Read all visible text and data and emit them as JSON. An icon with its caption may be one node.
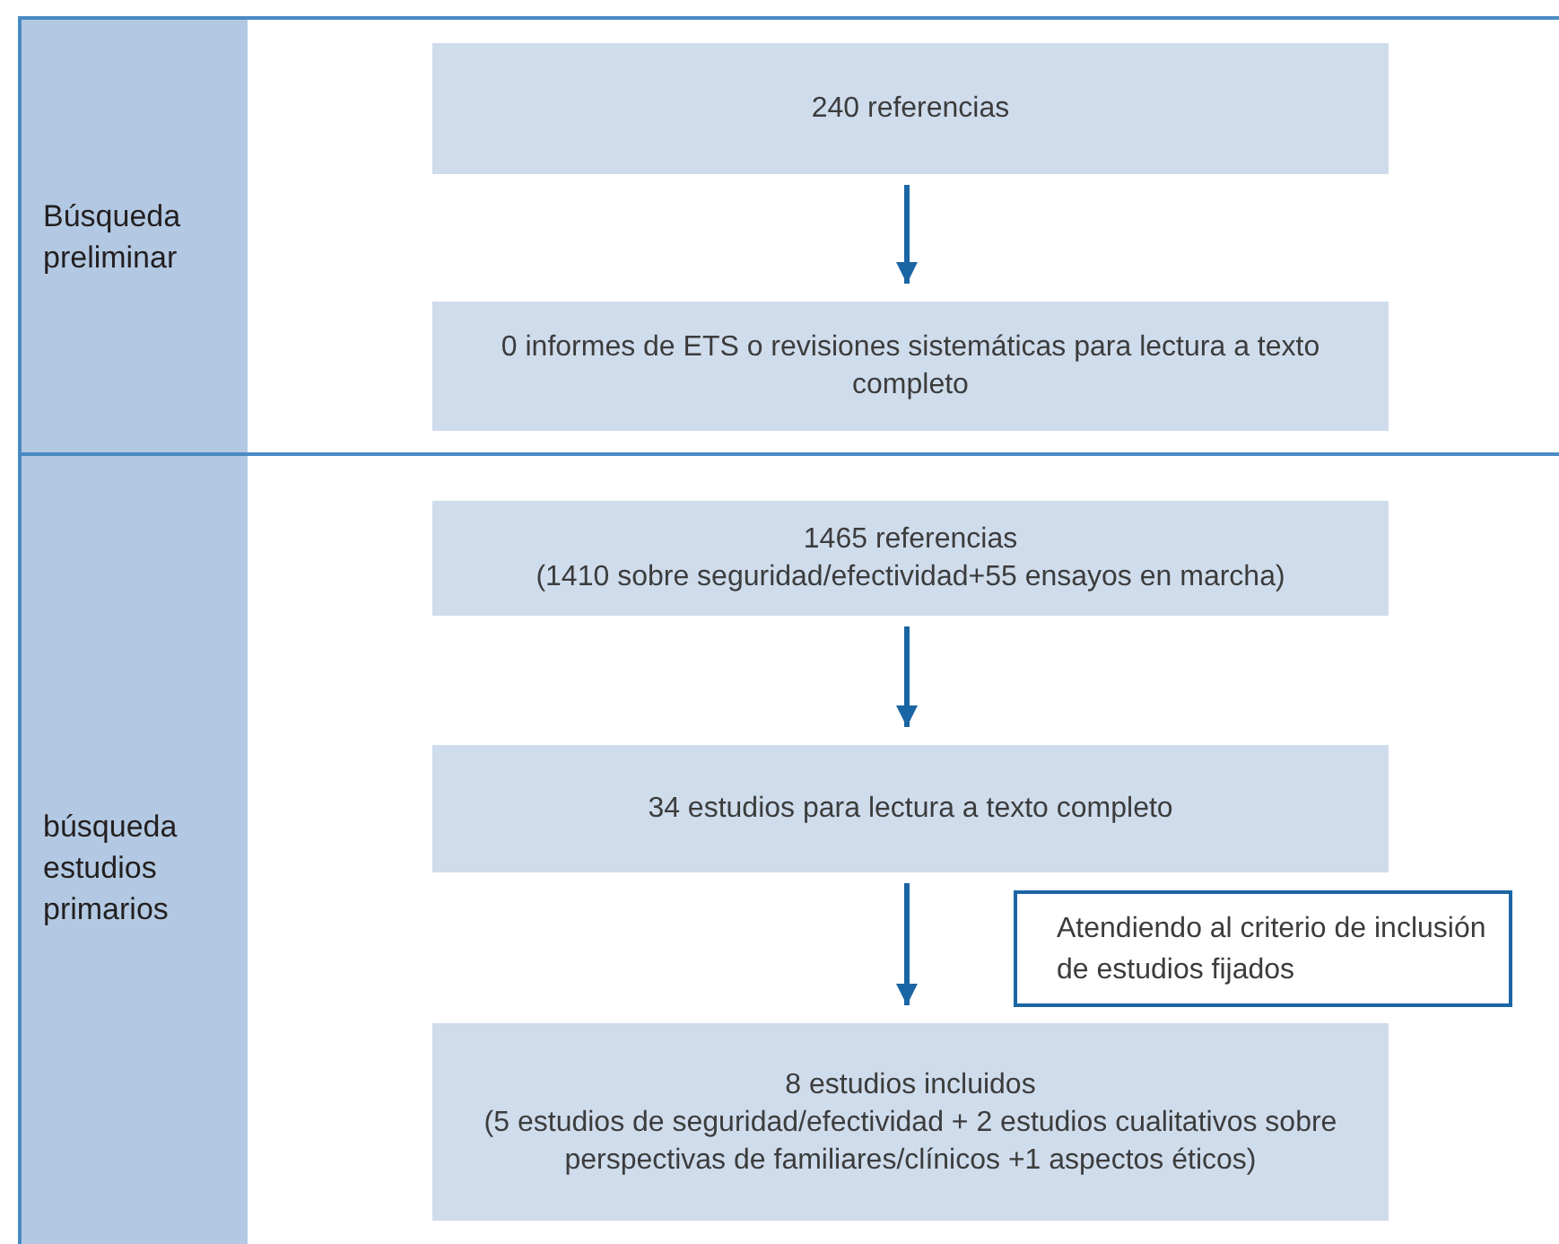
{
  "diagram": {
    "nodes": [
      {
        "text": [
          "Búsqueda preliminar"
        ]
      },
      {
        "text": [
          "240 referencias"
        ],
        "in": 0
      },
      {
        "text": [
          "0 informes de ETS o revisiones sistemáticas para  lectura a texto completo"
        ],
        "in": 0
      },
      {
        "text": [
          "búsqueda estudios primarios"
        ]
      },
      {
        "text": [
          "1465 referencias",
          "(1410 sobre seguridad/efectividad+55 ensayos en marcha)"
        ],
        "in": 3
      },
      {
        "text": [
          "34 estudios para lectura a texto completo"
        ],
        "in": 3
      },
      {
        "text": [
          "8 estudios incluidos",
          "(5 estudios de seguridad/efectividad + 2 estudios cualitativos sobre perspectivas de familiares/clínicos +1 aspectos éticos)"
        ],
        "in": 3
      },
      {
        "text": [
          "Atendiendo al criterio de inclusión de estudios fijados"
        ],
        "in": 3
      }
    ],
    "edges": [
      {
        "from": 1,
        "to": 2,
        "arrow": "to"
      },
      {
        "from": 4,
        "to": 5,
        "arrow": "to"
      },
      {
        "from": 5,
        "to": 6,
        "arrow": "to"
      }
    ]
  }
}
